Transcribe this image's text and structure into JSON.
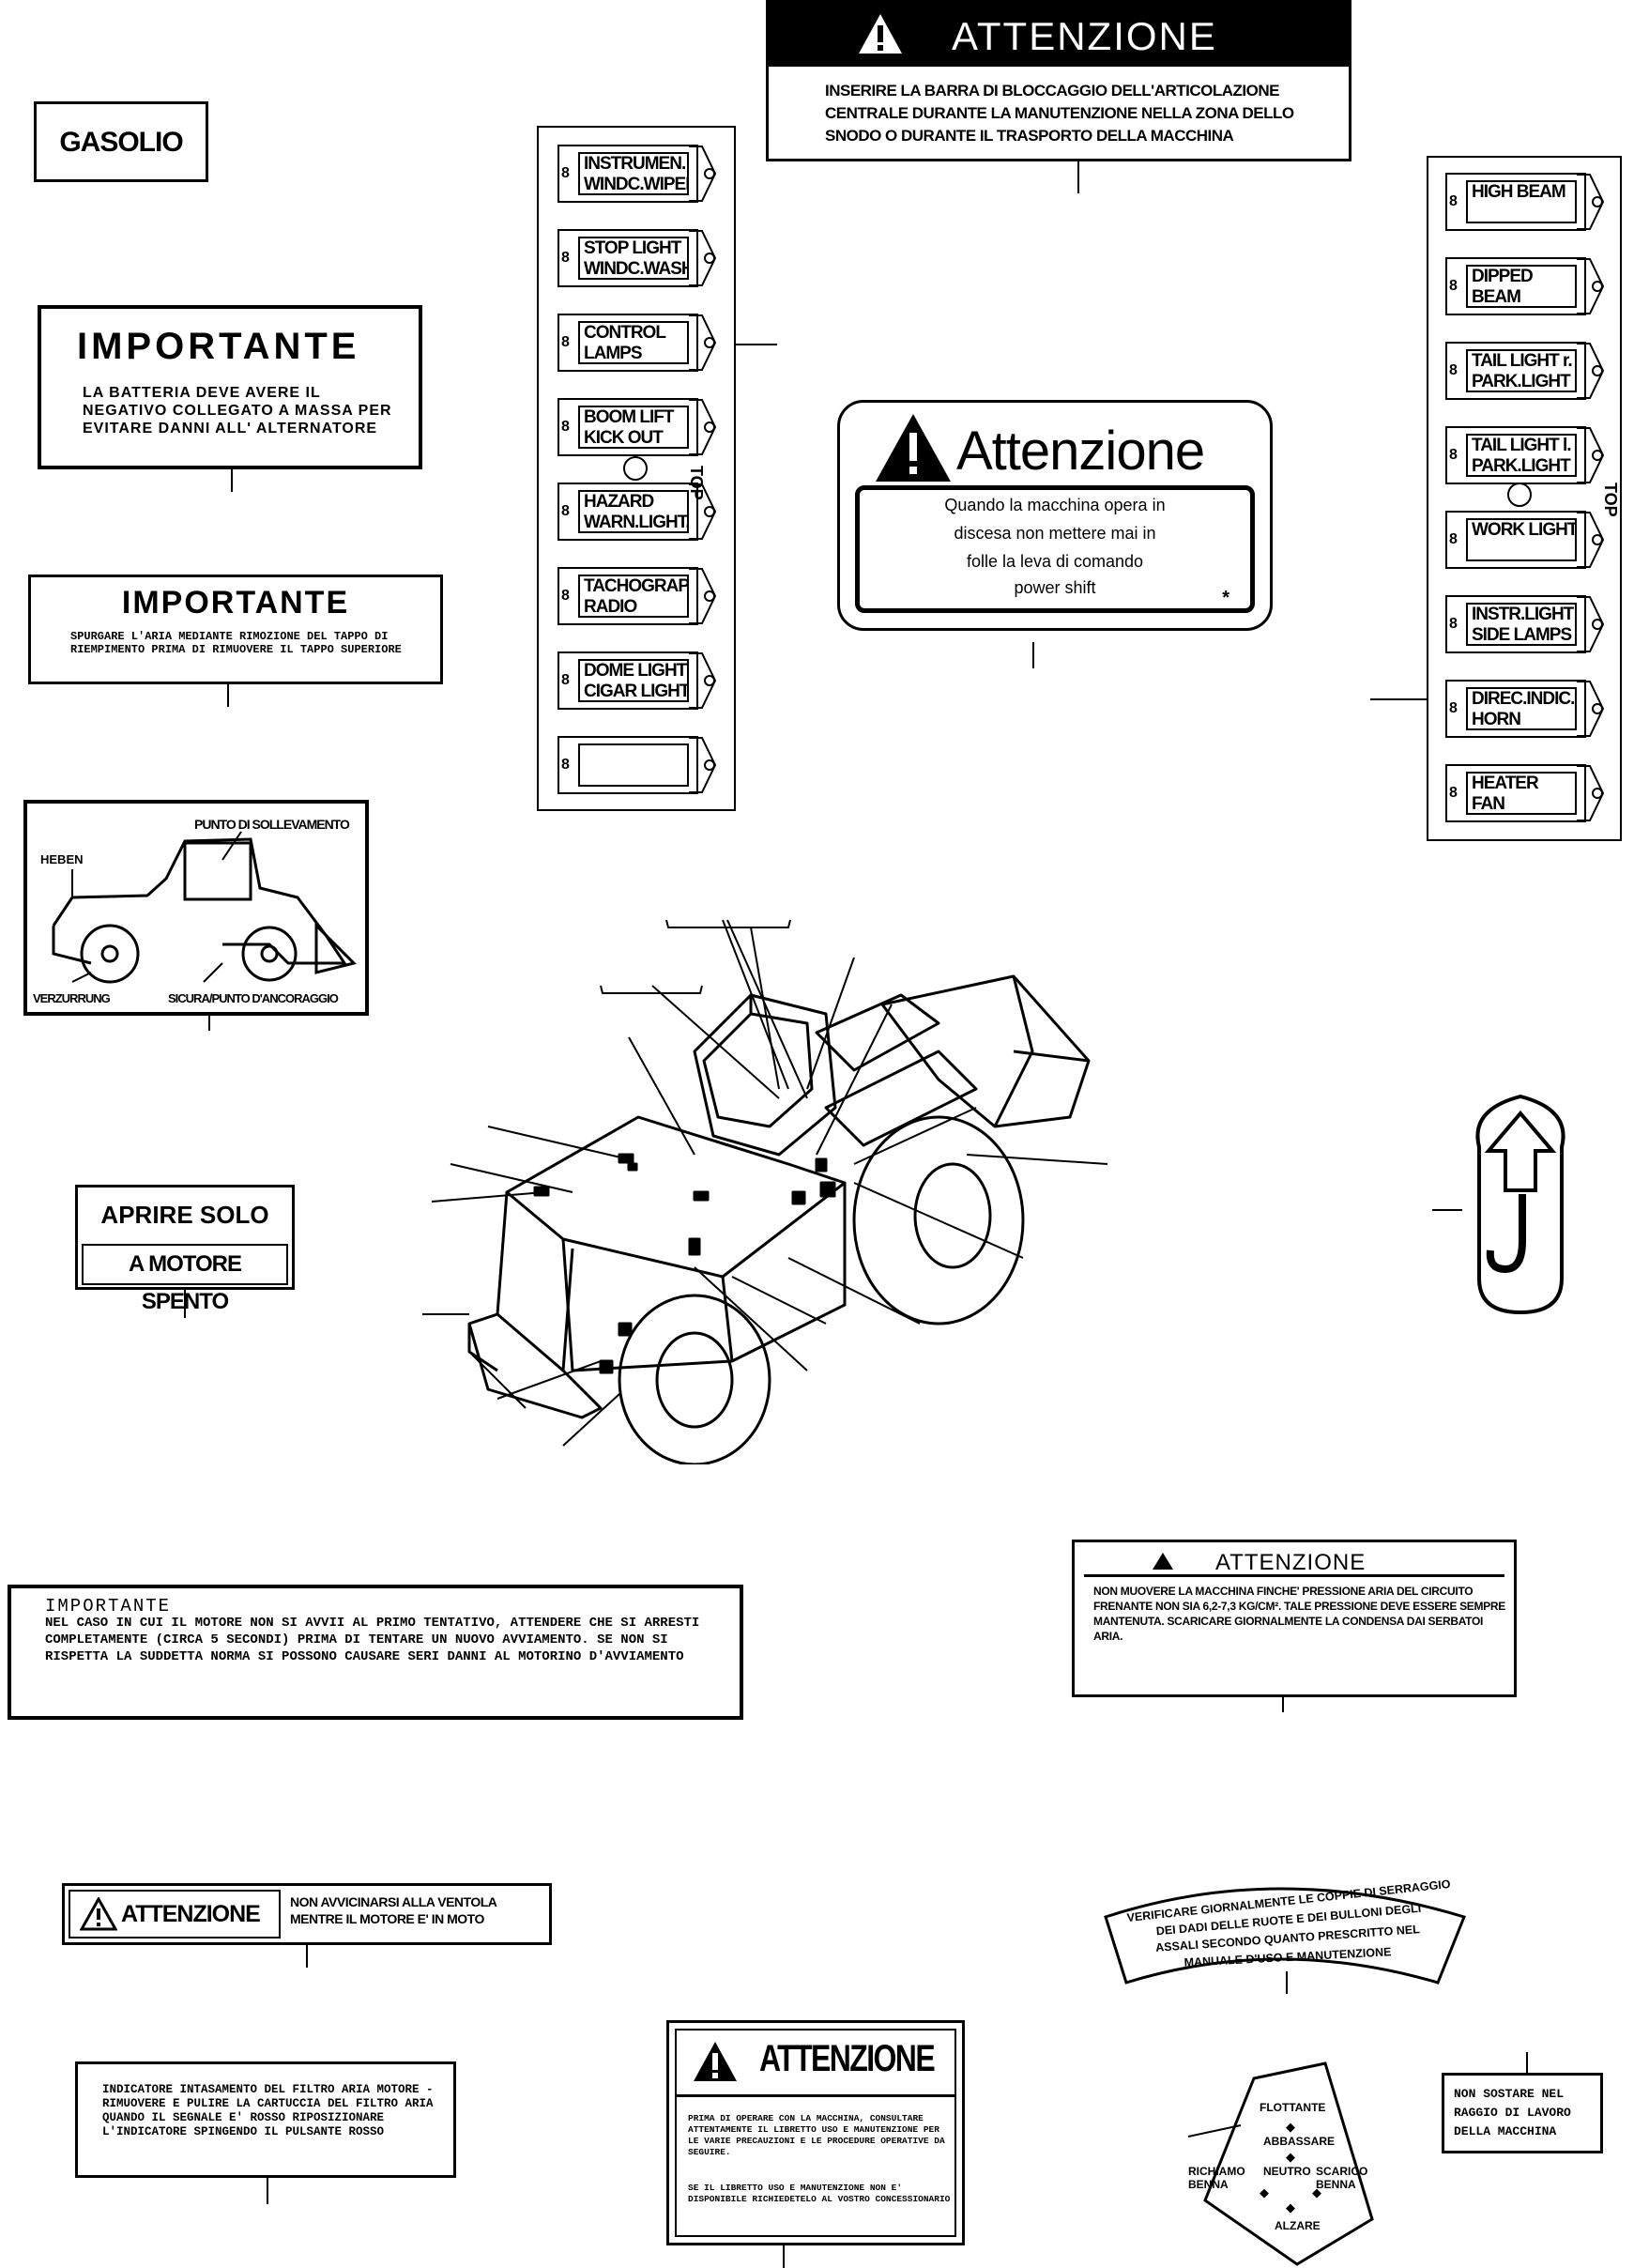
{
  "decals": {
    "gasolio": "GASOLIO",
    "importante_batteria": {
      "title": "IMPORTANTE",
      "text": "LA BATTERIA DEVE AVERE IL NEGATIVO COLLEGATO A MASSA PER EVITARE DANNI ALL' ALTERNATORE"
    },
    "importante_aria": {
      "title": "IMPORTANTE",
      "text": "SPURGARE L'ARIA MEDIANTE RIMOZIONE DEL TAPPO DI RIEMPIMENTO PRIMA DI RIMUOVERE IL TAPPO SUPERIORE"
    },
    "lifting": {
      "top_label": "PUNTO DI SOLLEVAMENTO",
      "left_label": "HEBEN",
      "bottom_left": "VERZURRUNG",
      "bottom_right": "SICURA/PUNTO D'ANCORAGGIO"
    },
    "aprire": {
      "line1": "APRIRE SOLO",
      "line2": "A MOTORE SPENTO"
    },
    "attenzione_top": {
      "title": "ATTENZIONE",
      "text": "INSERIRE LA BARRA DI BLOCCAGGIO DELL'ARTICOLAZIONE CENTRALE DURANTE LA MANUTENZIONE NELLA ZONA DELLO SNODO O DURANTE IL TRASPORTO DELLA MACCHINA"
    },
    "attenzione_powershift": {
      "title": "Attenzione",
      "line1": "Quando la macchina opera in",
      "line2": "discesa non mettere mai in",
      "line3": "folle la leva di comando",
      "line4": "power shift",
      "mark": "*"
    },
    "importante_avviamento": {
      "title": "IMPORTANTE",
      "text": "NEL CASO IN CUI IL MOTORE NON SI AVVII AL PRIMO TENTATIVO, ATTENDERE CHE SI ARRESTI COMPLETAMENTE (CIRCA 5 SECONDI) PRIMA DI TENTARE UN NUOVO AVVIAMENTO. SE NON SI RISPETTA LA SUDDETTA NORMA SI POSSONO CAUSARE SERI DANNI AL MOTORINO D'AVVIAMENTO"
    },
    "attenzione_freni": {
      "title": "ATTENZIONE",
      "text": "NON MUOVERE LA MACCHINA FINCHE' PRESSIONE ARIA DEL CIRCUITO FRENANTE NON SIA 6,2-7,3 KG/CM². TALE PRESSIONE DEVE ESSERE SEMPRE MANTENUTA. SCARICARE GIORNALMENTE LA CONDENSA DAI SERBATOI ARIA."
    },
    "attenzione_ventola": {
      "title": "ATTENZIONE",
      "text": "NON AVVICINARSI ALLA VENTOLA MENTRE IL MOTORE E' IN MOTO"
    },
    "filtro_aria": {
      "text": "INDICATORE INTASAMENTO DEL FILTRO ARIA MOTORE - RIMUOVERE E PULIRE LA CARTUCCIA DEL FILTRO ARIA QUANDO IL SEGNALE E' ROSSO RIPOSIZIONARE L'INDICATORE SPINGENDO IL PULSANTE ROSSO"
    },
    "attenzione_libretto": {
      "title": "ATTENZIONE",
      "text1": "PRIMA DI OPERARE CON LA MACCHINA, CONSULTARE ATTENTAMENTE IL LIBRETTO USO E MANUTENZIONE PER LE VARIE PRECAUZIONI E LE PROCEDURE OPERATIVE DA SEGUIRE.",
      "text2": "SE IL LIBRETTO USO E MANUTENZIONE NON E' DISPONIBILE RICHIEDETELO AL VOSTRO CONCESSIONARIO"
    },
    "ruote": {
      "line1": "VERIFICARE GIORNALMENTE LE COPPIE DI SERRAGGIO",
      "line2": "DEI DADI DELLE RUOTE E DEI BULLONI DEGLI",
      "line3": "ASSALI SECONDO QUANTO PRESCRITTO NEL",
      "line4": "MANUALE D'USO E MANUTENZIONE"
    },
    "leva": {
      "flottante": "FLOTTANTE",
      "abbassare": "ABBASSARE",
      "richiamo": "RICHIAMO BENNA",
      "neutro": "NEUTRO",
      "scarico": "SCARICO BENNA",
      "alzare": "ALZARE"
    },
    "raggio": {
      "line1": "NON SOSTARE NEL",
      "line2": "RAGGIO DI LAVORO",
      "line3": "DELLA MACCHINA"
    }
  },
  "switch_panel_left": {
    "top_label": "TOP",
    "tags": [
      {
        "num": "8",
        "l1": "INSTRUMEN.",
        "l2": "WINDC.WIPER"
      },
      {
        "num": "8",
        "l1": "STOP LIGHT",
        "l2": "WINDC.WASH."
      },
      {
        "num": "8",
        "l1": "CONTROL",
        "l2": "LAMPS"
      },
      {
        "num": "8",
        "l1": "BOOM LIFT",
        "l2": "KICK OUT"
      },
      {
        "num": "8",
        "l1": "HAZARD",
        "l2": "WARN.LIGHT."
      },
      {
        "num": "8",
        "l1": "TACHOGRAPH",
        "l2": "RADIO"
      },
      {
        "num": "8",
        "l1": "DOME LIGHT",
        "l2": "CIGAR LIGHT."
      },
      {
        "num": "8",
        "l1": "",
        "l2": ""
      }
    ]
  },
  "switch_panel_right": {
    "top_label": "TOP",
    "tags": [
      {
        "num": "8",
        "l1": "HIGH BEAM",
        "l2": ""
      },
      {
        "num": "8",
        "l1": "DIPPED",
        "l2": "BEAM"
      },
      {
        "num": "8",
        "l1": "TAIL LIGHT r.",
        "l2": "PARK.LIGHT r."
      },
      {
        "num": "8",
        "l1": "TAIL LIGHT l.",
        "l2": "PARK.LIGHT l."
      },
      {
        "num": "8",
        "l1": "WORK LIGHT",
        "l2": ""
      },
      {
        "num": "8",
        "l1": "INSTR.LIGHT",
        "l2": "SIDE LAMPS"
      },
      {
        "num": "8",
        "l1": "DIREC.INDIC.",
        "l2": "HORN"
      },
      {
        "num": "8",
        "l1": "HEATER",
        "l2": "FAN"
      }
    ]
  }
}
